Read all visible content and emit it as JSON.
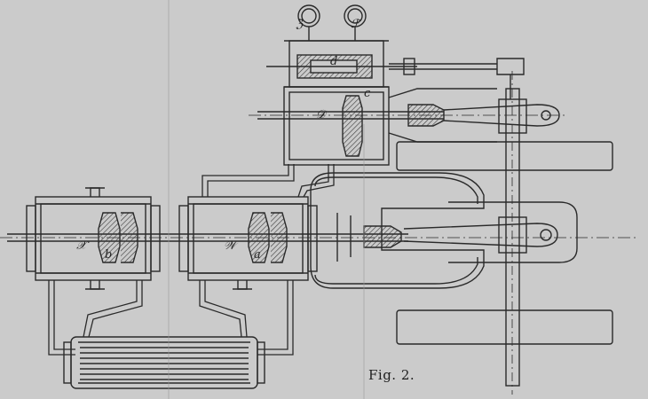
{
  "figure": {
    "caption": "Fig. 2."
  },
  "labels": {
    "gauge_left": "ℨ",
    "gauge_right": "ℱ",
    "upper_valve": "d",
    "upper_piston_rod": "𝒟",
    "upper_valve_c": "c",
    "left_cylinder": "𝒳",
    "left_piston": "b",
    "mid_cylinder": "𝒲",
    "mid_piston": "a"
  },
  "colors": {
    "paper": "#cbcbcb",
    "ink": "#2a2a2a",
    "hatch": "#3a3a3a"
  }
}
